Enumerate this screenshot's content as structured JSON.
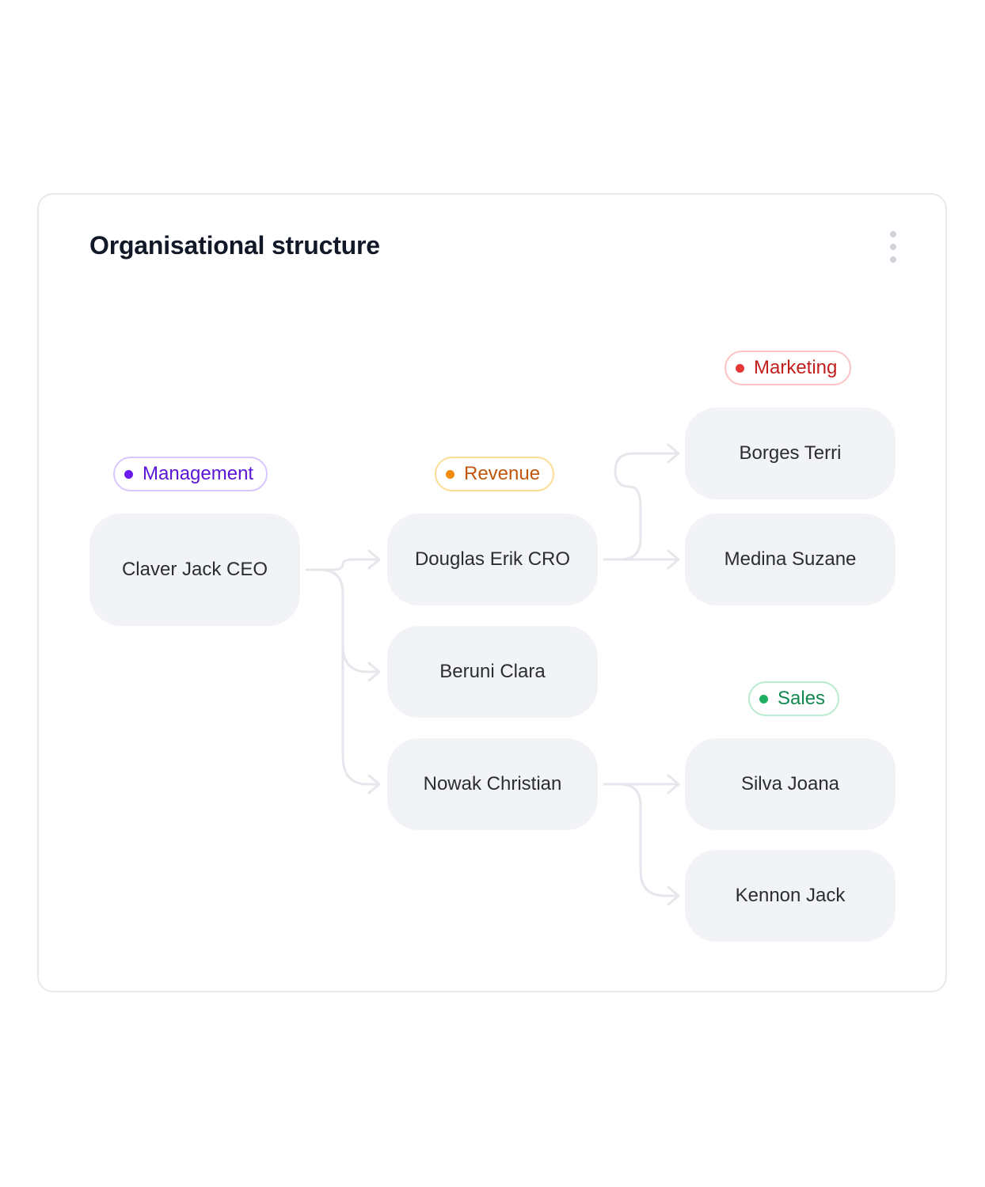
{
  "title": "Organisational structure",
  "menu_icon": "more-vertical-icon",
  "colors": {
    "node_background": "#f2f3f7",
    "connector": "#e6e7ec",
    "management": "#6a18f0",
    "revenue": "#f28c0f",
    "marketing": "#e53935",
    "sales": "#1db063"
  },
  "tags": {
    "management": "Management",
    "revenue": "Revenue",
    "marketing": "Marketing",
    "sales": "Sales"
  },
  "nodes": {
    "ceo": "Claver Jack CEO",
    "cro": "Douglas Erik CRO",
    "beruni": "Beruni Clara",
    "nowak": "Nowak Christian",
    "borges": "Borges Terri",
    "medina": "Medina Suzane",
    "silva": "Silva Joana",
    "kennon": "Kennon Jack"
  }
}
